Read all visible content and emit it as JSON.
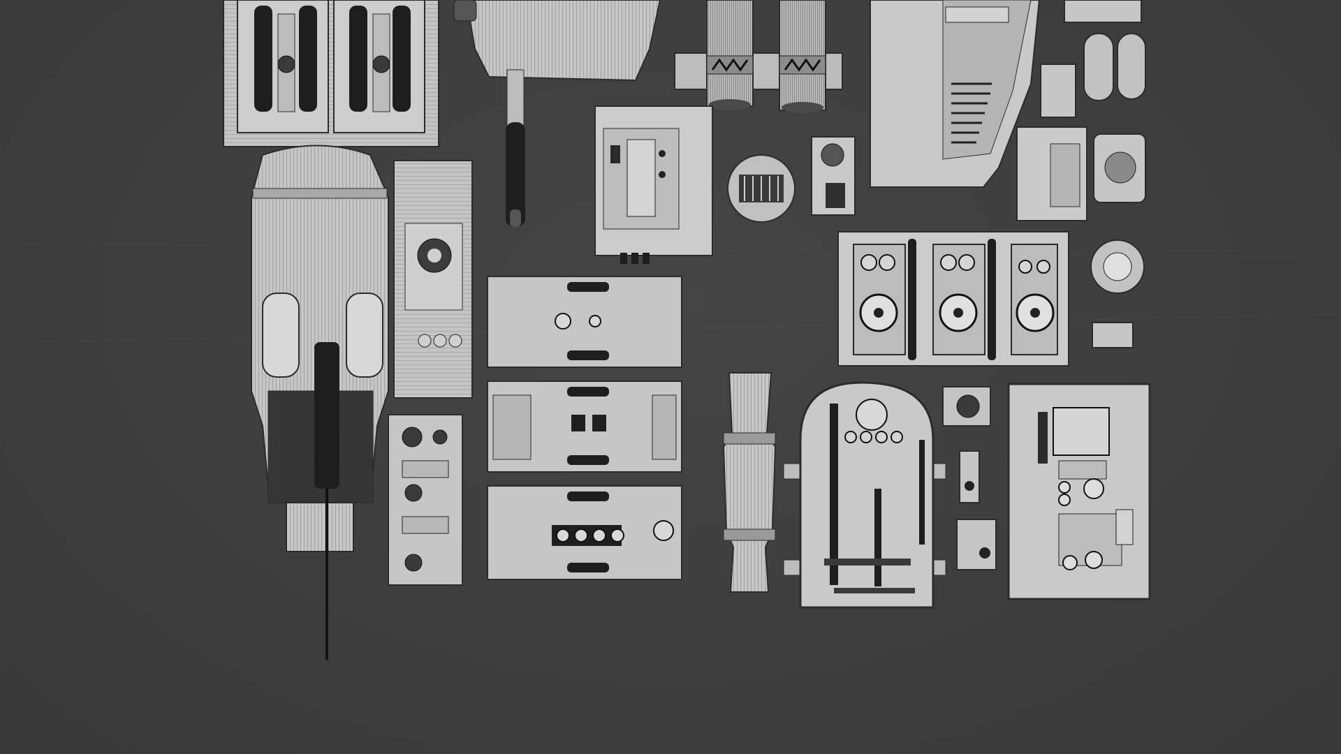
{
  "viewport": {
    "background": "#3c3c3c",
    "shaded_fill": "#c9c9c9",
    "wire_color": "#2b2b2b",
    "dark_part": "#1e1e1e"
  },
  "objects": [
    {
      "name": "dual-tank-panel",
      "icon": "tank-panel"
    },
    {
      "name": "tapered-housing-with-handle",
      "icon": "housing"
    },
    {
      "name": "twin-cylinder-clamp",
      "icon": "cylinders"
    },
    {
      "name": "sloped-vent-block",
      "icon": "vent-block"
    },
    {
      "name": "small-control-plates",
      "icon": "control-plate"
    },
    {
      "name": "thruster-nozzle-with-antenna",
      "icon": "thruster"
    },
    {
      "name": "ribbed-gauge-panel",
      "icon": "gauge-panel"
    },
    {
      "name": "switch-box",
      "icon": "switch-box"
    },
    {
      "name": "circular-vent-pods",
      "icon": "vent-pod"
    },
    {
      "name": "triple-fan-panel",
      "icon": "fan-panel"
    },
    {
      "name": "greeble-blocks-stack",
      "icon": "greeble-block"
    },
    {
      "name": "canister",
      "icon": "canister"
    },
    {
      "name": "rounded-console-panel",
      "icon": "console"
    },
    {
      "name": "circuit-control-panel",
      "icon": "circuit-panel"
    }
  ]
}
